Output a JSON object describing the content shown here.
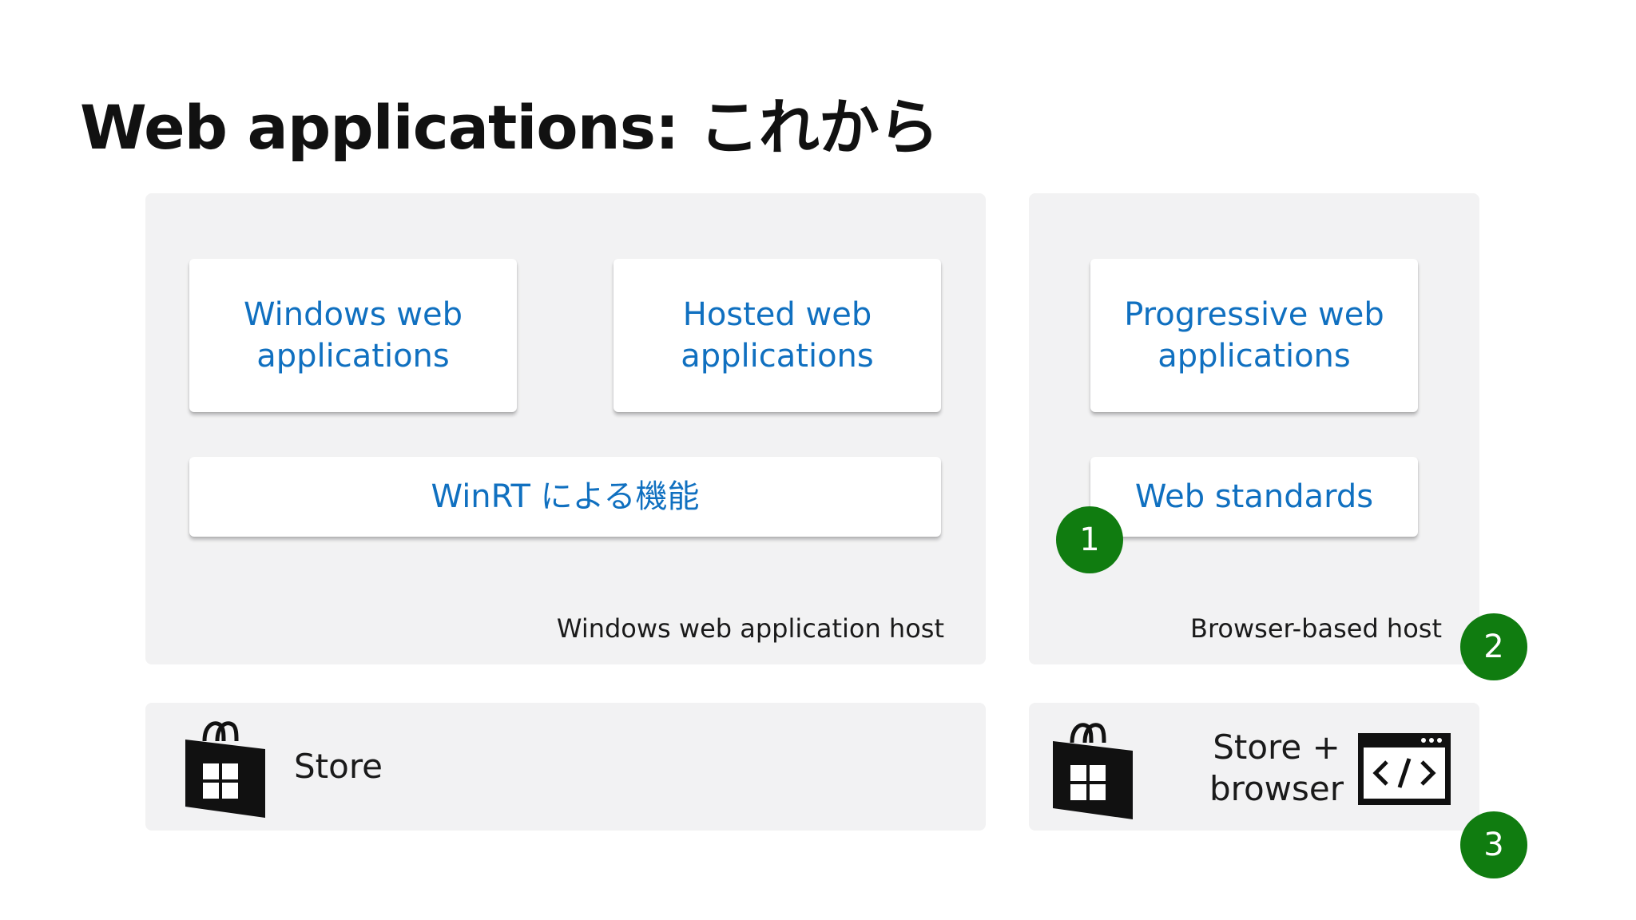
{
  "slide": {
    "title": "Web applications: これから"
  },
  "windows_host": {
    "label": "Windows web application host",
    "cards": {
      "windows_web_apps": {
        "line1": "Windows web",
        "line2": "applications"
      },
      "hosted_web_apps": {
        "line1": "Hosted web",
        "line2": "applications"
      },
      "winrt": {
        "text": "WinRT による機能"
      }
    }
  },
  "browser_host": {
    "label": "Browser-based host",
    "cards": {
      "pwa": {
        "line1": "Progressive web",
        "line2": "applications"
      },
      "web_standards": {
        "text": "Web standards"
      }
    }
  },
  "distribution": {
    "store": {
      "label": "Store",
      "icon": "store-bag-icon"
    },
    "store_browser": {
      "line1": "Store +",
      "line2": "browser",
      "icon": "store-bag-icon",
      "code_icon": "browser-code-icon"
    }
  },
  "badges": [
    "1",
    "2",
    "3"
  ],
  "colors": {
    "accent_blue": "#1070c0",
    "badge_green": "#107c10",
    "panel_gray": "#f2f2f3"
  }
}
